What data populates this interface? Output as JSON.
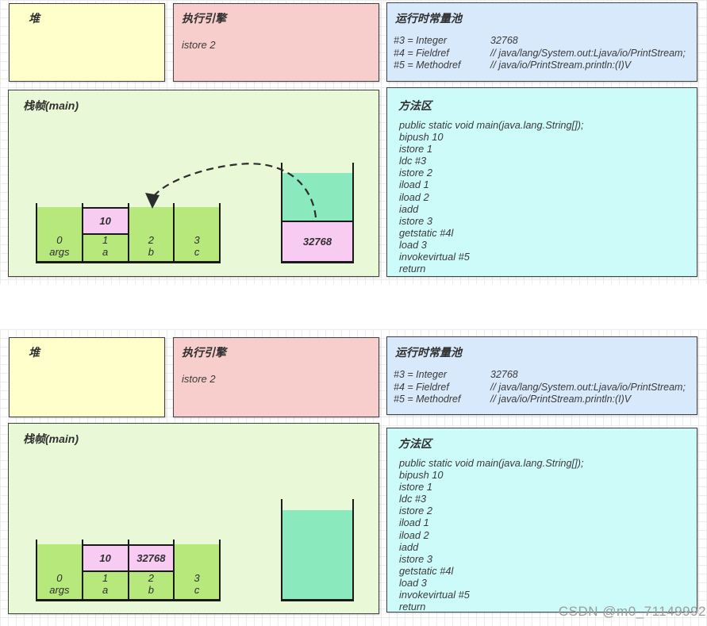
{
  "colors": {
    "heap-fill": "#ffffcc",
    "engine-fill": "#f8cecc",
    "pool-fill": "#d8e9fc",
    "frame-fill": "#e9f9d7",
    "method-fill": "#cdfbfa",
    "slot-fill": "#b6e87c",
    "value-fill": "#f8cbf2",
    "stack-teal": "#8ae9bd",
    "border": "#404040",
    "text": "#3a3a3a",
    "watermark": "#9c9c9c"
  },
  "watermark": "CSDN @m0_71149992",
  "diagrams": [
    {
      "heap": {
        "title": "堆"
      },
      "engine": {
        "title": "执行引擎",
        "instruction": "istore 2"
      },
      "pool": {
        "title": "运行时常量池",
        "entries": [
          {
            "name": "#3 = Integer",
            "value": "32768"
          },
          {
            "name": "#4 = Fieldref",
            "value": "// java/lang/System.out:Ljava/io/PrintStream;"
          },
          {
            "name": "#5 = Methodref",
            "value": "// java/io/PrintStream.println:(I)V"
          }
        ]
      },
      "frame": {
        "title": "栈帧(main)",
        "slots": [
          {
            "index": "0",
            "name": "args",
            "value": ""
          },
          {
            "index": "1",
            "name": "a",
            "value": "10"
          },
          {
            "index": "2",
            "name": "b",
            "value": ""
          },
          {
            "index": "3",
            "name": "c",
            "value": ""
          }
        ],
        "operand_stack": {
          "value": "32768"
        }
      },
      "method": {
        "title": "方法区",
        "code": [
          "public static void main(java.lang.String[]);",
          "bipush 10",
          "istore 1",
          "ldc #3",
          "istore 2",
          "iload 1",
          "iload 2",
          "iadd",
          "istore 3",
          "getstatic #4l",
          "load 3",
          "invokevirtual #5",
          "return"
        ]
      }
    },
    {
      "heap": {
        "title": "堆"
      },
      "engine": {
        "title": "执行引擎",
        "instruction": "istore 2"
      },
      "pool": {
        "title": "运行时常量池",
        "entries": [
          {
            "name": "#3 = Integer",
            "value": "32768"
          },
          {
            "name": "#4 = Fieldref",
            "value": "// java/lang/System.out:Ljava/io/PrintStream;"
          },
          {
            "name": "#5 = Methodref",
            "value": "// java/io/PrintStream.println:(I)V"
          }
        ]
      },
      "frame": {
        "title": "栈帧(main)",
        "slots": [
          {
            "index": "0",
            "name": "args",
            "value": ""
          },
          {
            "index": "1",
            "name": "a",
            "value": "10"
          },
          {
            "index": "2",
            "name": "b",
            "value": "32768"
          },
          {
            "index": "3",
            "name": "c",
            "value": ""
          }
        ],
        "operand_stack": {
          "value": ""
        }
      },
      "method": {
        "title": "方法区",
        "code": [
          "public static void main(java.lang.String[]);",
          "bipush 10",
          "istore 1",
          "ldc #3",
          "istore 2",
          "iload 1",
          "iload 2",
          "iadd",
          "istore 3",
          "getstatic #4l",
          "load 3",
          "invokevirtual #5",
          "return"
        ]
      }
    }
  ]
}
